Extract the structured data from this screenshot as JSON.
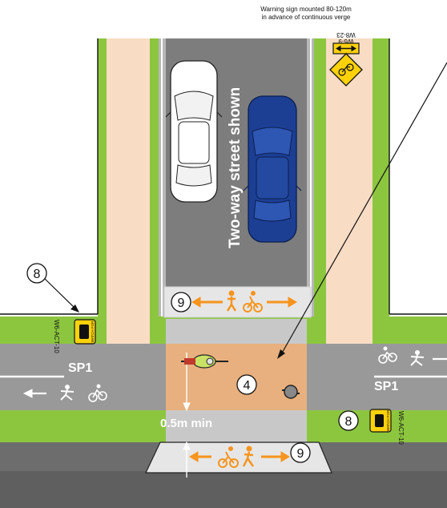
{
  "header": {
    "line1": "Warning sign mounted 80-120m",
    "line2": "in advance of continuous verge"
  },
  "signs": {
    "top_code_1": "W8-23",
    "top_code_2": "W6-9",
    "act_label_left": "W6-ACT-10",
    "act_label_right": "W6-ACT-10",
    "watch_for": "WATCH FOR"
  },
  "street": {
    "vertical_label": "Two-way street shown"
  },
  "paths": {
    "left_label": "SP1",
    "right_label": "SP1",
    "min_width": "0.5m min"
  },
  "callouts": {
    "c8_top_left": "8",
    "c9_upper": "9",
    "c4": "4",
    "c8_right": "8",
    "c9_lower": "9"
  },
  "colors": {
    "road": "#7d7d7d",
    "road_dark": "#6a6a6a",
    "path": "#999999",
    "verge": "#8cc63f",
    "footpath": "#f8dcc4",
    "crossing": "#e8b07e",
    "accent": "#f7941d",
    "sign_yellow": "#fdd20a",
    "car_white": "#ffffff",
    "car_blue": "#1c3f94"
  }
}
